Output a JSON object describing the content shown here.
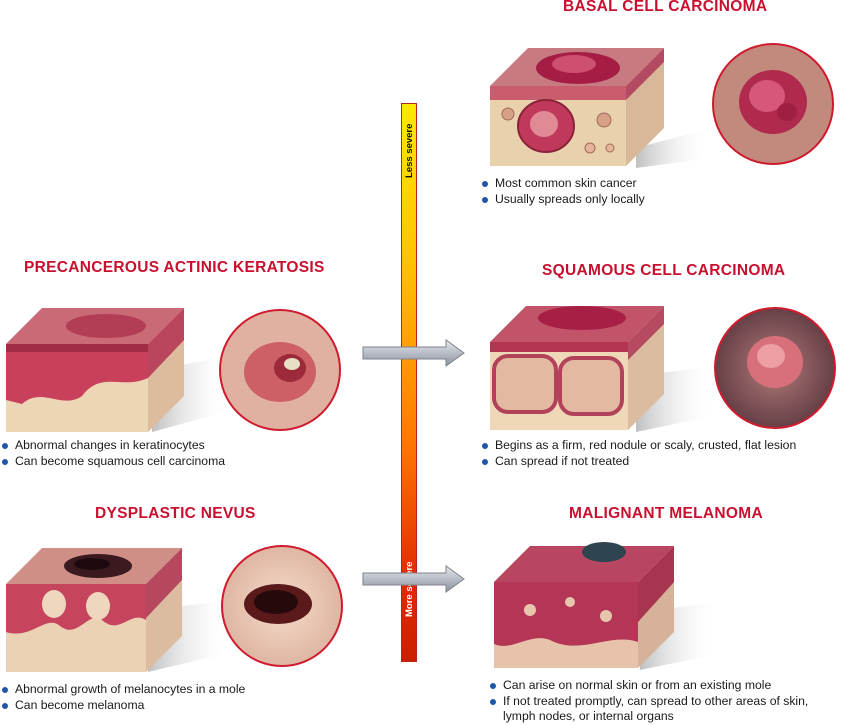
{
  "scale": {
    "top_label": "Less severe",
    "bottom_label": "More severe"
  },
  "conditions": {
    "basal": {
      "title": "BASAL CELL CARCINOMA",
      "bullets": [
        "Most common skin cancer",
        "Usually spreads only locally"
      ]
    },
    "actinic": {
      "title": "PRECANCEROUS ACTINIC KERATOSIS",
      "bullets": [
        "Abnormal changes in keratinocytes",
        "Can become squamous cell carcinoma"
      ]
    },
    "squamous": {
      "title": "SQUAMOUS CELL CARCINOMA",
      "bullets": [
        "Begins as a firm, red nodule or scaly, crusted, flat lesion",
        "Can spread if not treated"
      ]
    },
    "nevus": {
      "title": "DYSPLASTIC NEVUS",
      "bullets": [
        "Abnormal growth of melanocytes in a mole",
        "Can become melanoma"
      ]
    },
    "melanoma": {
      "title": "MALIGNANT MELANOMA",
      "bullets": [
        "Can arise on normal skin or from an existing mole",
        "If not treated promptly, can spread to other areas of skin, lymph nodes, or internal organs"
      ]
    }
  },
  "colors": {
    "title_red": "#c8102e",
    "bullet_blue": "#1f57a8"
  }
}
